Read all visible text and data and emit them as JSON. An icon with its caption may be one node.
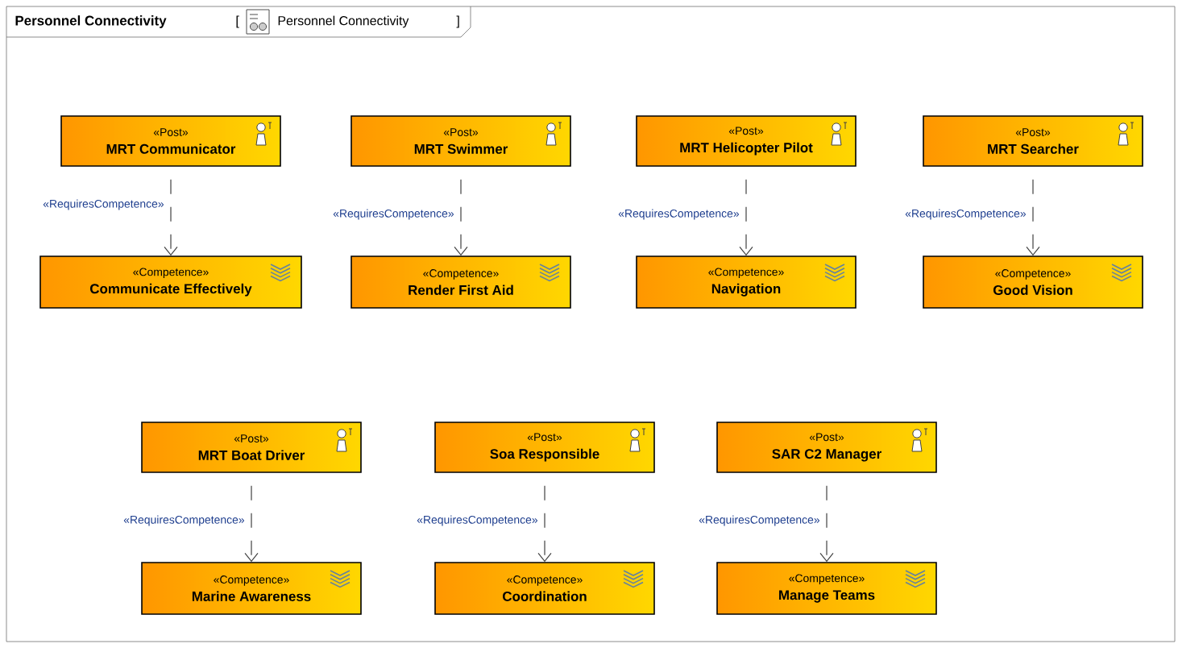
{
  "diagram": {
    "title": "Personnel Connectivity",
    "nodes": [
      {
        "text": [
          "«Post»",
          "MRT Communicator"
        ]
      },
      {
        "text": [
          "«Post»",
          "MRT Swimmer"
        ]
      },
      {
        "text": [
          "«Post»",
          "MRT Helicopter Pilot"
        ]
      },
      {
        "text": [
          "«Post»",
          "MRT Searcher"
        ]
      },
      {
        "text": [
          "«Competence»",
          "Communicate Effectively"
        ]
      },
      {
        "text": [
          "«Competence»",
          "Render First Aid"
        ]
      },
      {
        "text": [
          "«Competence»",
          "Navigation"
        ]
      },
      {
        "text": [
          "«Competence»",
          "Good Vision"
        ]
      },
      {
        "text": [
          "«Post»",
          "MRT Boat Driver"
        ]
      },
      {
        "text": [
          "«Post»",
          "Soa Responsible"
        ]
      },
      {
        "text": [
          "«Post»",
          "SAR C2 Manager"
        ]
      },
      {
        "text": [
          "«Competence»",
          "Marine Awareness"
        ]
      },
      {
        "text": [
          "«Competence»",
          "Coordination"
        ]
      },
      {
        "text": [
          "«Competence»",
          "Manage Teams"
        ]
      }
    ],
    "edges": [
      {
        "from": 0,
        "to": 4,
        "arrow": "to",
        "style": "dashed",
        "label": "«RequiresCompetence»"
      },
      {
        "from": 1,
        "to": 5,
        "arrow": "to",
        "style": "dashed",
        "label": "«RequiresCompetence»"
      },
      {
        "from": 2,
        "to": 6,
        "arrow": "to",
        "style": "dashed",
        "label": "«RequiresCompetence»"
      },
      {
        "from": 3,
        "to": 7,
        "arrow": "to",
        "style": "dashed",
        "label": "«RequiresCompetence»"
      },
      {
        "from": 8,
        "to": 11,
        "arrow": "to",
        "style": "dashed",
        "label": "«RequiresCompetence»"
      },
      {
        "from": 9,
        "to": 12,
        "arrow": "to",
        "style": "dashed",
        "label": "«RequiresCompetence»"
      },
      {
        "from": 10,
        "to": 13,
        "arrow": "to",
        "style": "dashed",
        "label": "«RequiresCompetence»"
      }
    ],
    "labels": [
      "[",
      "Personnel Connectivity",
      "]"
    ]
  }
}
